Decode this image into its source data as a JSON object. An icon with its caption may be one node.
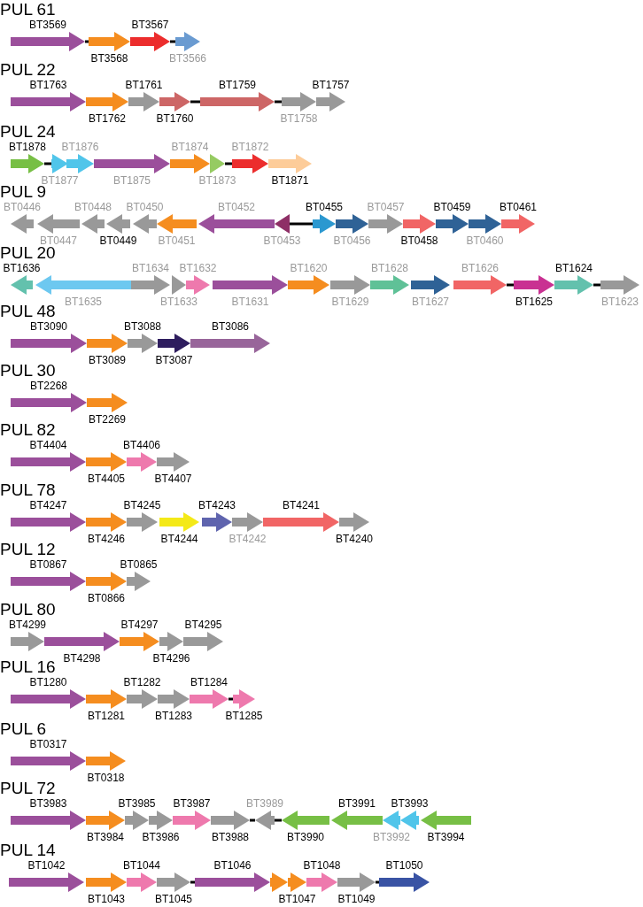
{
  "diagram": {
    "nodes": [
      {
        "text": [],
        "shape": "arrow",
        "beside": [
          "BT3569"
        ]
      },
      {
        "text": [],
        "shape": "arrow",
        "beside": [
          "BT3568"
        ]
      },
      {
        "text": [],
        "shape": "arrow",
        "beside": [
          "BT3567"
        ]
      },
      {
        "text": [],
        "shape": "arrow",
        "beside": [
          "BT3566"
        ]
      },
      {
        "text": [],
        "shape": "arrow",
        "beside": [
          "BT1763"
        ]
      },
      {
        "text": [],
        "shape": "arrow",
        "beside": [
          "BT1762"
        ]
      },
      {
        "text": [],
        "shape": "arrow",
        "beside": [
          "BT1761"
        ]
      },
      {
        "text": [],
        "shape": "arrow",
        "beside": [
          "BT1760"
        ]
      },
      {
        "text": [],
        "shape": "arrow",
        "beside": [
          "BT1759"
        ]
      },
      {
        "text": [],
        "shape": "arrow",
        "beside": [
          "BT1758"
        ]
      },
      {
        "text": [],
        "shape": "arrow",
        "beside": [
          "BT1757"
        ]
      },
      {
        "text": [],
        "shape": "arrow",
        "beside": [
          "BT1878"
        ]
      },
      {
        "text": [],
        "shape": "arrow",
        "beside": [
          "BT1877"
        ]
      },
      {
        "text": [],
        "shape": "arrow",
        "beside": [
          "BT1876"
        ]
      },
      {
        "text": [],
        "shape": "arrow",
        "beside": [
          "BT1875"
        ]
      },
      {
        "text": [],
        "shape": "arrow",
        "beside": [
          "BT1874"
        ]
      },
      {
        "text": [],
        "shape": "arrow",
        "beside": [
          "BT1873"
        ]
      },
      {
        "text": [],
        "shape": "arrow",
        "beside": [
          "BT1872"
        ]
      },
      {
        "text": [],
        "shape": "arrow",
        "beside": [
          "BT1871"
        ]
      },
      {
        "text": [],
        "shape": "arrow",
        "beside": [
          "BT0446"
        ]
      },
      {
        "text": [],
        "shape": "arrow",
        "beside": [
          "BT0447"
        ]
      },
      {
        "text": [],
        "shape": "arrow",
        "beside": [
          "BT0448"
        ]
      },
      {
        "text": [],
        "shape": "arrow",
        "beside": [
          "BT0449"
        ]
      },
      {
        "text": [],
        "shape": "arrow",
        "beside": [
          "BT0450"
        ]
      },
      {
        "text": [],
        "shape": "arrow",
        "beside": [
          "BT0451"
        ]
      },
      {
        "text": [],
        "shape": "arrow",
        "beside": [
          "BT0452"
        ]
      },
      {
        "text": [],
        "shape": "arrow",
        "beside": [
          "BT0453"
        ]
      },
      {
        "text": [],
        "shape": "arrow",
        "beside": [
          "BT0455"
        ]
      },
      {
        "text": [],
        "shape": "arrow",
        "beside": [
          "BT0456"
        ]
      },
      {
        "text": [],
        "shape": "arrow",
        "beside": [
          "BT0457"
        ]
      },
      {
        "text": [],
        "shape": "arrow",
        "beside": [
          "BT0458"
        ]
      },
      {
        "text": [],
        "shape": "arrow",
        "beside": [
          "BT0459"
        ]
      },
      {
        "text": [],
        "shape": "arrow",
        "beside": [
          "BT0460"
        ]
      },
      {
        "text": [],
        "shape": "arrow",
        "beside": [
          "BT0461"
        ]
      },
      {
        "text": [],
        "shape": "arrow",
        "beside": [
          "BT1636"
        ]
      },
      {
        "text": [],
        "shape": "arrow",
        "beside": [
          "BT1635"
        ]
      },
      {
        "text": [],
        "shape": "arrow",
        "beside": [
          "BT1634"
        ]
      },
      {
        "text": [],
        "shape": "arrow",
        "beside": [
          "BT1633"
        ]
      },
      {
        "text": [],
        "shape": "arrow",
        "beside": [
          "BT1632"
        ]
      },
      {
        "text": [],
        "shape": "arrow",
        "beside": [
          "BT1631"
        ]
      },
      {
        "text": [],
        "shape": "arrow",
        "beside": [
          "BT1620"
        ]
      },
      {
        "text": [],
        "shape": "arrow",
        "beside": [
          "BT1629"
        ]
      },
      {
        "text": [],
        "shape": "arrow",
        "beside": [
          "BT1628"
        ]
      },
      {
        "text": [],
        "shape": "arrow",
        "beside": [
          "BT1627"
        ]
      },
      {
        "text": [],
        "shape": "arrow",
        "beside": [
          "BT1626"
        ]
      },
      {
        "text": [],
        "shape": "arrow",
        "beside": [
          "BT1625"
        ]
      },
      {
        "text": [],
        "shape": "arrow",
        "beside": [
          "BT1624"
        ]
      },
      {
        "text": [],
        "shape": "arrow",
        "beside": [
          "BT1623"
        ]
      },
      {
        "text": [],
        "shape": "arrow",
        "beside": [
          "BT3090"
        ]
      },
      {
        "text": [],
        "shape": "arrow",
        "beside": [
          "BT3089"
        ]
      },
      {
        "text": [],
        "shape": "arrow",
        "beside": [
          "BT3088"
        ]
      },
      {
        "text": [],
        "shape": "arrow",
        "beside": [
          "BT3087"
        ]
      },
      {
        "text": [],
        "shape": "arrow",
        "beside": [
          "BT3086"
        ]
      },
      {
        "text": [],
        "shape": "arrow",
        "beside": [
          "BT2268"
        ]
      },
      {
        "text": [],
        "shape": "arrow",
        "beside": [
          "BT2269"
        ]
      },
      {
        "text": [],
        "shape": "arrow",
        "beside": [
          "BT4404"
        ]
      },
      {
        "text": [],
        "shape": "arrow",
        "beside": [
          "BT4405"
        ]
      },
      {
        "text": [],
        "shape": "arrow",
        "beside": [
          "BT4406"
        ]
      },
      {
        "text": [],
        "shape": "arrow",
        "beside": [
          "BT4407"
        ]
      },
      {
        "text": [],
        "shape": "arrow",
        "beside": [
          "BT4247"
        ]
      },
      {
        "text": [],
        "shape": "arrow",
        "beside": [
          "BT4246"
        ]
      },
      {
        "text": [],
        "shape": "arrow",
        "beside": [
          "BT4245"
        ]
      },
      {
        "text": [],
        "shape": "arrow",
        "beside": [
          "BT4244"
        ]
      },
      {
        "text": [],
        "shape": "arrow",
        "beside": [
          "BT4243"
        ]
      },
      {
        "text": [],
        "shape": "arrow",
        "beside": [
          "BT4242"
        ]
      },
      {
        "text": [],
        "shape": "arrow",
        "beside": [
          "BT4241"
        ]
      },
      {
        "text": [],
        "shape": "arrow",
        "beside": [
          "BT4240"
        ]
      },
      {
        "text": [],
        "shape": "arrow",
        "beside": [
          "BT0867"
        ]
      },
      {
        "text": [],
        "shape": "arrow",
        "beside": [
          "BT0866"
        ]
      },
      {
        "text": [],
        "shape": "arrow",
        "beside": [
          "BT0865"
        ]
      },
      {
        "text": [],
        "shape": "arrow",
        "beside": [
          "BT4299"
        ]
      },
      {
        "text": [],
        "shape": "arrow",
        "beside": [
          "BT4298"
        ]
      },
      {
        "text": [],
        "shape": "arrow",
        "beside": [
          "BT4297"
        ]
      },
      {
        "text": [],
        "shape": "arrow",
        "beside": [
          "BT4296"
        ]
      },
      {
        "text": [],
        "shape": "arrow",
        "beside": [
          "BT4295"
        ]
      },
      {
        "text": [],
        "shape": "arrow",
        "beside": [
          "BT1280"
        ]
      },
      {
        "text": [],
        "shape": "arrow",
        "beside": [
          "BT1281"
        ]
      },
      {
        "text": [],
        "shape": "arrow",
        "beside": [
          "BT1282"
        ]
      },
      {
        "text": [],
        "shape": "arrow",
        "beside": [
          "BT1283"
        ]
      },
      {
        "text": [],
        "shape": "arrow",
        "beside": [
          "BT1284"
        ]
      },
      {
        "text": [],
        "shape": "arrow",
        "beside": [
          "BT1285"
        ]
      },
      {
        "text": [],
        "shape": "arrow",
        "beside": [
          "BT0317"
        ]
      },
      {
        "text": [],
        "shape": "arrow",
        "beside": [
          "BT0318"
        ]
      },
      {
        "text": [],
        "shape": "arrow",
        "beside": [
          "BT3983"
        ]
      },
      {
        "text": [],
        "shape": "arrow",
        "beside": [
          "BT3984"
        ]
      },
      {
        "text": [],
        "shape": "arrow",
        "beside": [
          "BT3985"
        ]
      },
      {
        "text": [],
        "shape": "arrow",
        "beside": [
          "BT3986"
        ]
      },
      {
        "text": [],
        "shape": "arrow",
        "beside": [
          "BT3987"
        ]
      },
      {
        "text": [],
        "shape": "arrow",
        "beside": [
          "BT3988"
        ]
      },
      {
        "text": [],
        "shape": "arrow",
        "beside": [
          "BT3989"
        ]
      },
      {
        "text": [],
        "shape": "arrow",
        "beside": [
          "BT3990"
        ]
      },
      {
        "text": [],
        "shape": "arrow",
        "beside": [
          "BT3991"
        ]
      },
      {
        "text": [],
        "shape": "arrow",
        "beside": [
          "BT3992"
        ]
      },
      {
        "text": [],
        "shape": "arrow",
        "beside": [
          "BT3993"
        ]
      },
      {
        "text": [],
        "shape": "arrow",
        "beside": [
          "BT3994"
        ]
      },
      {
        "text": [],
        "shape": "arrow",
        "beside": [
          "BT1042"
        ]
      },
      {
        "text": [],
        "shape": "arrow",
        "beside": [
          "BT1043"
        ]
      },
      {
        "text": [],
        "shape": "arrow",
        "beside": [
          "BT1044"
        ]
      },
      {
        "text": [],
        "shape": "arrow",
        "beside": [
          "BT1045"
        ]
      },
      {
        "text": [],
        "shape": "arrow",
        "beside": [
          "BT1046"
        ]
      },
      {
        "text": [],
        "shape": "arrow"
      },
      {
        "text": [],
        "shape": "arrow",
        "beside": [
          "BT1047"
        ]
      },
      {
        "text": [],
        "shape": "arrow",
        "beside": [
          "BT1048"
        ]
      },
      {
        "text": [],
        "shape": "arrow",
        "beside": [
          "BT1049"
        ]
      },
      {
        "text": [],
        "shape": "arrow",
        "beside": [
          "BT1050"
        ]
      }
    ],
    "edges": [
      {
        "from": 0,
        "to": 1,
        "arrow": "none"
      },
      {
        "from": 2,
        "to": 3,
        "arrow": "none"
      },
      {
        "from": 7,
        "to": 8,
        "arrow": "none"
      },
      {
        "from": 8,
        "to": 9,
        "arrow": "none"
      },
      {
        "from": 11,
        "to": 12,
        "arrow": "none"
      },
      {
        "from": 16,
        "to": 17,
        "arrow": "none"
      },
      {
        "from": 26,
        "to": 27,
        "arrow": "none"
      },
      {
        "from": 44,
        "to": 45,
        "arrow": "none"
      },
      {
        "from": 46,
        "to": 47,
        "arrow": "none"
      },
      {
        "from": 79,
        "to": 80,
        "arrow": "none"
      },
      {
        "from": 88,
        "to": 89,
        "arrow": "none"
      },
      {
        "from": 89,
        "to": 90,
        "arrow": "none"
      },
      {
        "from": 98,
        "to": 99,
        "arrow": "none"
      },
      {
        "from": 103,
        "to": 104,
        "arrow": "none"
      }
    ],
    "labels": [
      "PUL 61",
      "PUL 22",
      "PUL 24",
      "PUL 9",
      "PUL 20",
      "PUL 48",
      "PUL 30",
      "PUL 82",
      "PUL 78",
      "PUL 12",
      "PUL 80",
      "PUL 16",
      "PUL 6",
      "PUL 72",
      "PUL 14"
    ]
  }
}
